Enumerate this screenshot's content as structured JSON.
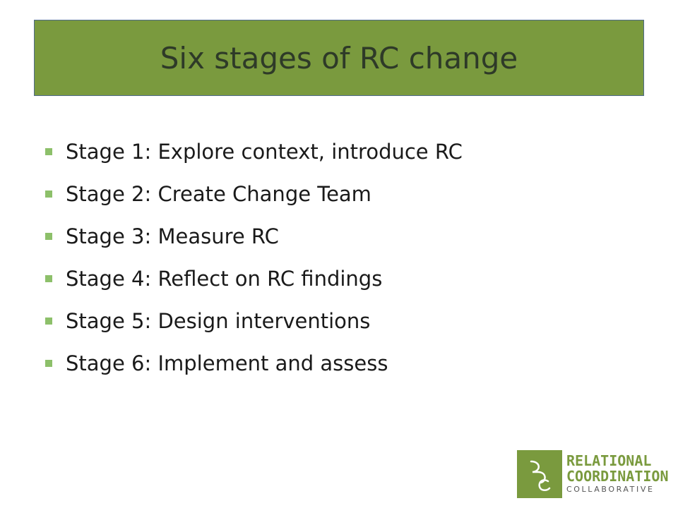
{
  "slide": {
    "title": "Six stages of RC change",
    "bullets": [
      "Stage 1: Explore context, introduce RC",
      "Stage 2: Create Change Team",
      "Stage 3: Measure RC",
      "Stage 4: Reflect on RC findings",
      "Stage 5: Design interventions",
      "Stage 6: Implement and assess"
    ]
  },
  "logo": {
    "line1": "RELATIONAL",
    "line2": "COORDINATION",
    "line3": "COLLABORATIVE",
    "icon": "rc-monogram-logo-icon"
  },
  "colors": {
    "title_bar": "#7a9a3e",
    "bullet_marker": "#8dc06a",
    "logo_green": "#7a9a3e"
  }
}
